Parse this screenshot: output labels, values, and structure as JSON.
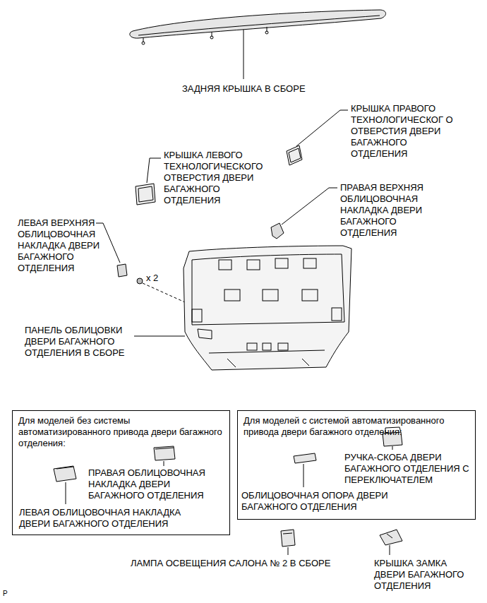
{
  "diagram": {
    "nodes": [
      {
        "text": [
          "Для моделей без системы автоматизированного привода двери багажного отделения:"
        ]
      },
      {
        "text": [
          "Для моделей с системой автоматизированного привода двери багажного отделения:"
        ]
      }
    ],
    "labels": [
      "ЗАДНЯЯ КРЫШКА В СБОРЕ",
      "КРЫШКА ПРАВОГО ТЕХНОЛОГИЧЕСКОГ О ОТВЕРСТИЯ ДВЕРИ БАГАЖНОГО ОТДЕЛЕНИЯ",
      "КРЫШКА ЛЕВОГО ТЕХНОЛОГИЧЕСКОГО ОТВЕРСТИЯ ДВЕРИ БАГАЖНОГО ОТДЕЛЕНИЯ",
      "ПРАВАЯ ВЕРХНЯЯ ОБЛИЦОВОЧНАЯ НАКЛАДКА ДВЕРИ БАГАЖНОГО ОТДЕЛЕНИЯ",
      "ЛЕВАЯ ВЕРХНЯЯ ОБЛИЦОВОЧНАЯ НАКЛАДКА ДВЕРИ БАГАЖНОГО ОТДЕЛЕНИЯ",
      "x 2",
      "ПАНЕЛЬ ОБЛИЦОВКИ ДВЕРИ БАГАЖНОГО ОТДЕЛЕНИЯ В СБОРЕ",
      "ПРАВАЯ ОБЛИЦОВОЧНАЯ НАКЛАДКА ДВЕРИ БАГАЖНОГО ОТДЕЛЕНИЯ",
      "ЛЕВАЯ ОБЛИЦОВОЧНАЯ НАКЛАДКА ДВЕРИ БАГАЖНОГО ОТДЕЛЕНИЯ",
      "РУЧКА-СКОБА ДВЕРИ БАГАЖНОГО ОТДЕЛЕНИЯ С ПЕРЕКЛЮЧАТЕЛЕМ",
      "ОБЛИЦОВОЧНАЯ ОПОРА ДВЕРИ БАГАЖНОГО ОТДЕЛЕНИЯ",
      "ЛАМПА ОСВЕЩЕНИЯ САЛОНА № 2 В СБОРЕ",
      "КРЫШКА ЗАМКА ДВЕРИ БАГАЖНОГО ОТДЕЛЕНИЯ",
      "P"
    ]
  }
}
